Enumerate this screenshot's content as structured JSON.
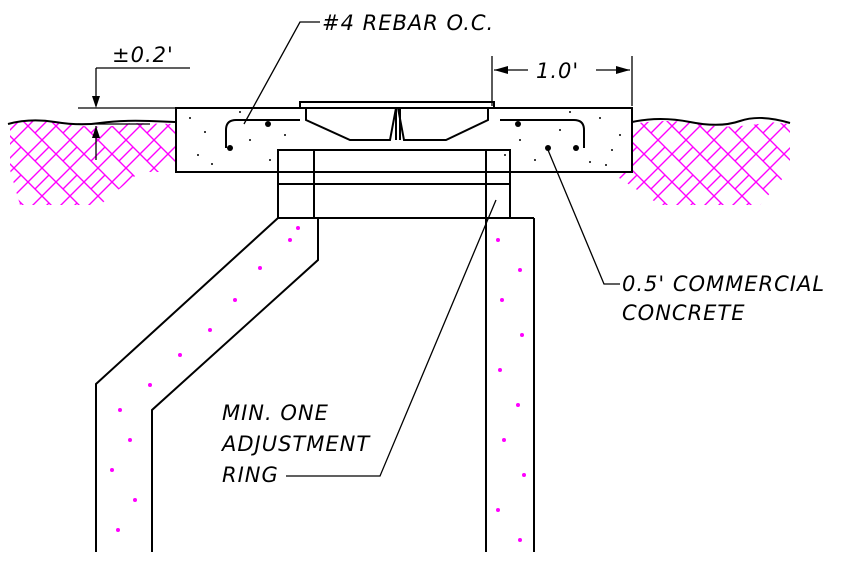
{
  "labels": {
    "rebar": "#4 REBAR O.C.",
    "tolerance": "±0.2'",
    "width": "1.0'",
    "concrete_line1": "0.5' COMMERCIAL",
    "concrete_line2": "CONCRETE",
    "ring_line1": "MIN. ONE",
    "ring_line2": "ADJUSTMENT",
    "ring_line3": "RING"
  },
  "colors": {
    "line": "#000000",
    "accent": "#ff00ff"
  }
}
